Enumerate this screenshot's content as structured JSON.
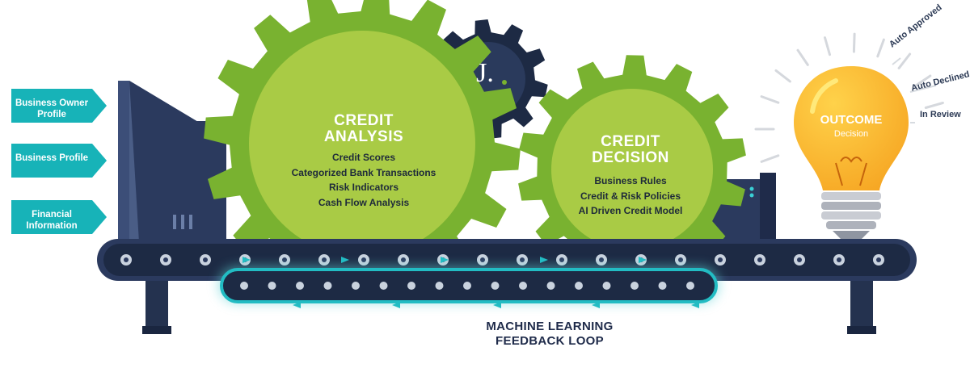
{
  "inputs": [
    {
      "label": "Business Owner Profile"
    },
    {
      "label": "Business Profile"
    },
    {
      "label": "Financial Information"
    }
  ],
  "credit_analysis": {
    "title_line1": "CREDIT",
    "title_line2": "ANALYSIS",
    "items": [
      "Credit Scores",
      "Categorized Bank Transactions",
      "Risk Indicators",
      "Cash Flow Analysis"
    ]
  },
  "credit_decision": {
    "title_line1": "CREDIT",
    "title_line2": "DECISION",
    "items": [
      "Business Rules",
      "Credit & Risk Policies",
      "AI Driven Credit Model"
    ]
  },
  "logo": {
    "text": "J."
  },
  "outcome": {
    "title": "OUTCOME",
    "subtitle": "Decision"
  },
  "statuses": [
    "Auto Approved",
    "Auto Declined",
    "In Review"
  ],
  "feedback_loop": {
    "line1": "MACHINE LEARNING",
    "line2": "FEEDBACK LOOP"
  },
  "colors": {
    "arrow": "#17b3b8",
    "gear_outer": "#79b230",
    "gear_inner": "#a9cb45",
    "dark_gear": "#1d2a44",
    "machine": "#2b3a5e",
    "bulb": "#fbb12f",
    "loop_glow": "#5fd2d6"
  }
}
